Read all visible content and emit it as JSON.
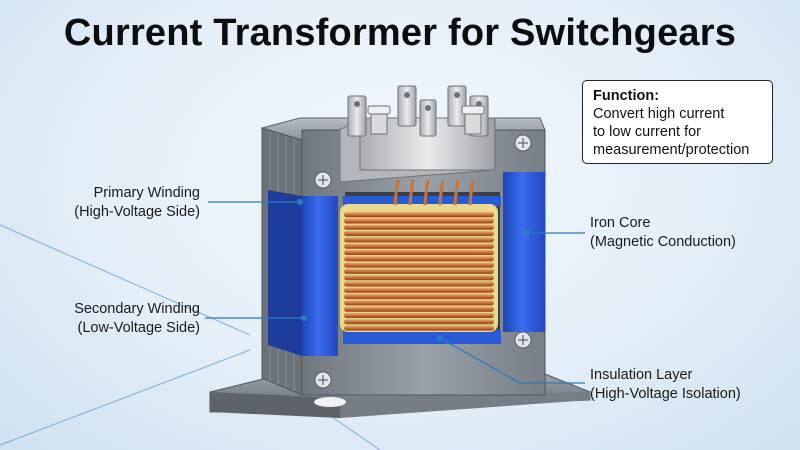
{
  "title": "Current Transformer for Switchgears",
  "function_box": {
    "heading": "Function:",
    "lines": [
      "Convert high current",
      "to low current for",
      "measurement/protection"
    ]
  },
  "labels": {
    "primary_winding": {
      "line1": "Primary Winding",
      "line2": "(High-Voltage Side)"
    },
    "secondary_winding": {
      "line1": "Secondary Winding",
      "line2": "(Low-Voltage Side)"
    },
    "iron_core": {
      "line1": "Iron Core",
      "line2": "(Magnetic Conduction)"
    },
    "insulation_layer": {
      "line1": "Insulation Layer",
      "line2": "(High-Voltage Isolation)"
    }
  },
  "colors": {
    "leader_line": "#2b7bc4",
    "insulation_blue": "#2a5bd7",
    "copper": "#c8743a",
    "core_steel": "#8e959c",
    "terminal_metal": "#c9ccd0"
  }
}
